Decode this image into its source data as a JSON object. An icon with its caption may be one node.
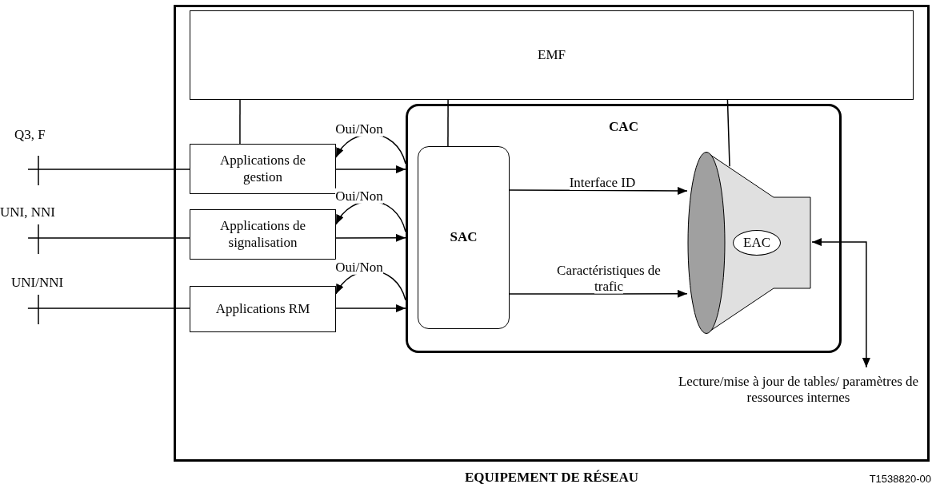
{
  "diagram": {
    "nodes": [
      {
        "text": [
          "EQUIPEMENT DE RÉSEAU"
        ]
      },
      {
        "text": [
          "EMF"
        ],
        "in": 0
      },
      {
        "text": [
          "CAC"
        ],
        "in": 0
      },
      {
        "text": [
          "Applications de gestion"
        ],
        "in": 0
      },
      {
        "text": [
          "Applications de signalisation"
        ],
        "in": 0
      },
      {
        "text": [
          "Applications RM"
        ],
        "in": 0
      },
      {
        "text": [
          "SAC"
        ],
        "in": 2
      },
      {
        "text": [
          "EAC"
        ],
        "in": 2
      },
      {
        "text": [
          "Q3, F"
        ]
      },
      {
        "text": [
          "UNI, NNI"
        ]
      },
      {
        "text": [
          "UNI/NNI"
        ]
      },
      {
        "text": [
          "Lecture/mise à jour de tables/ paramètres de ressources internes"
        ],
        "in": 0
      }
    ],
    "edges": [
      {
        "from": 8,
        "to": 3,
        "arrow": "none"
      },
      {
        "from": 9,
        "to": 4,
        "arrow": "none"
      },
      {
        "from": 10,
        "to": 5,
        "arrow": "none"
      },
      {
        "from": 1,
        "to": 3,
        "arrow": "none"
      },
      {
        "from": 1,
        "to": 6,
        "arrow": "none"
      },
      {
        "from": 1,
        "to": 7,
        "arrow": "none"
      },
      {
        "from": 3,
        "to": 2,
        "arrow": "to"
      },
      {
        "from": 2,
        "to": 3,
        "arrow": "to",
        "label": "Oui/Non"
      },
      {
        "from": 4,
        "to": 2,
        "arrow": "to"
      },
      {
        "from": 2,
        "to": 4,
        "arrow": "to",
        "label": "Oui/Non"
      },
      {
        "from": 5,
        "to": 2,
        "arrow": "to"
      },
      {
        "from": 2,
        "to": 5,
        "arrow": "to",
        "label": "Oui/Non"
      },
      {
        "from": 6,
        "to": 7,
        "arrow": "to",
        "label": "Interface ID"
      },
      {
        "from": 6,
        "to": 7,
        "arrow": "to",
        "label": "Caractéristiques de trafic"
      },
      {
        "from": 7,
        "to": 11,
        "arrow": "both"
      }
    ],
    "labels": [
      "T1538820-00"
    ]
  }
}
